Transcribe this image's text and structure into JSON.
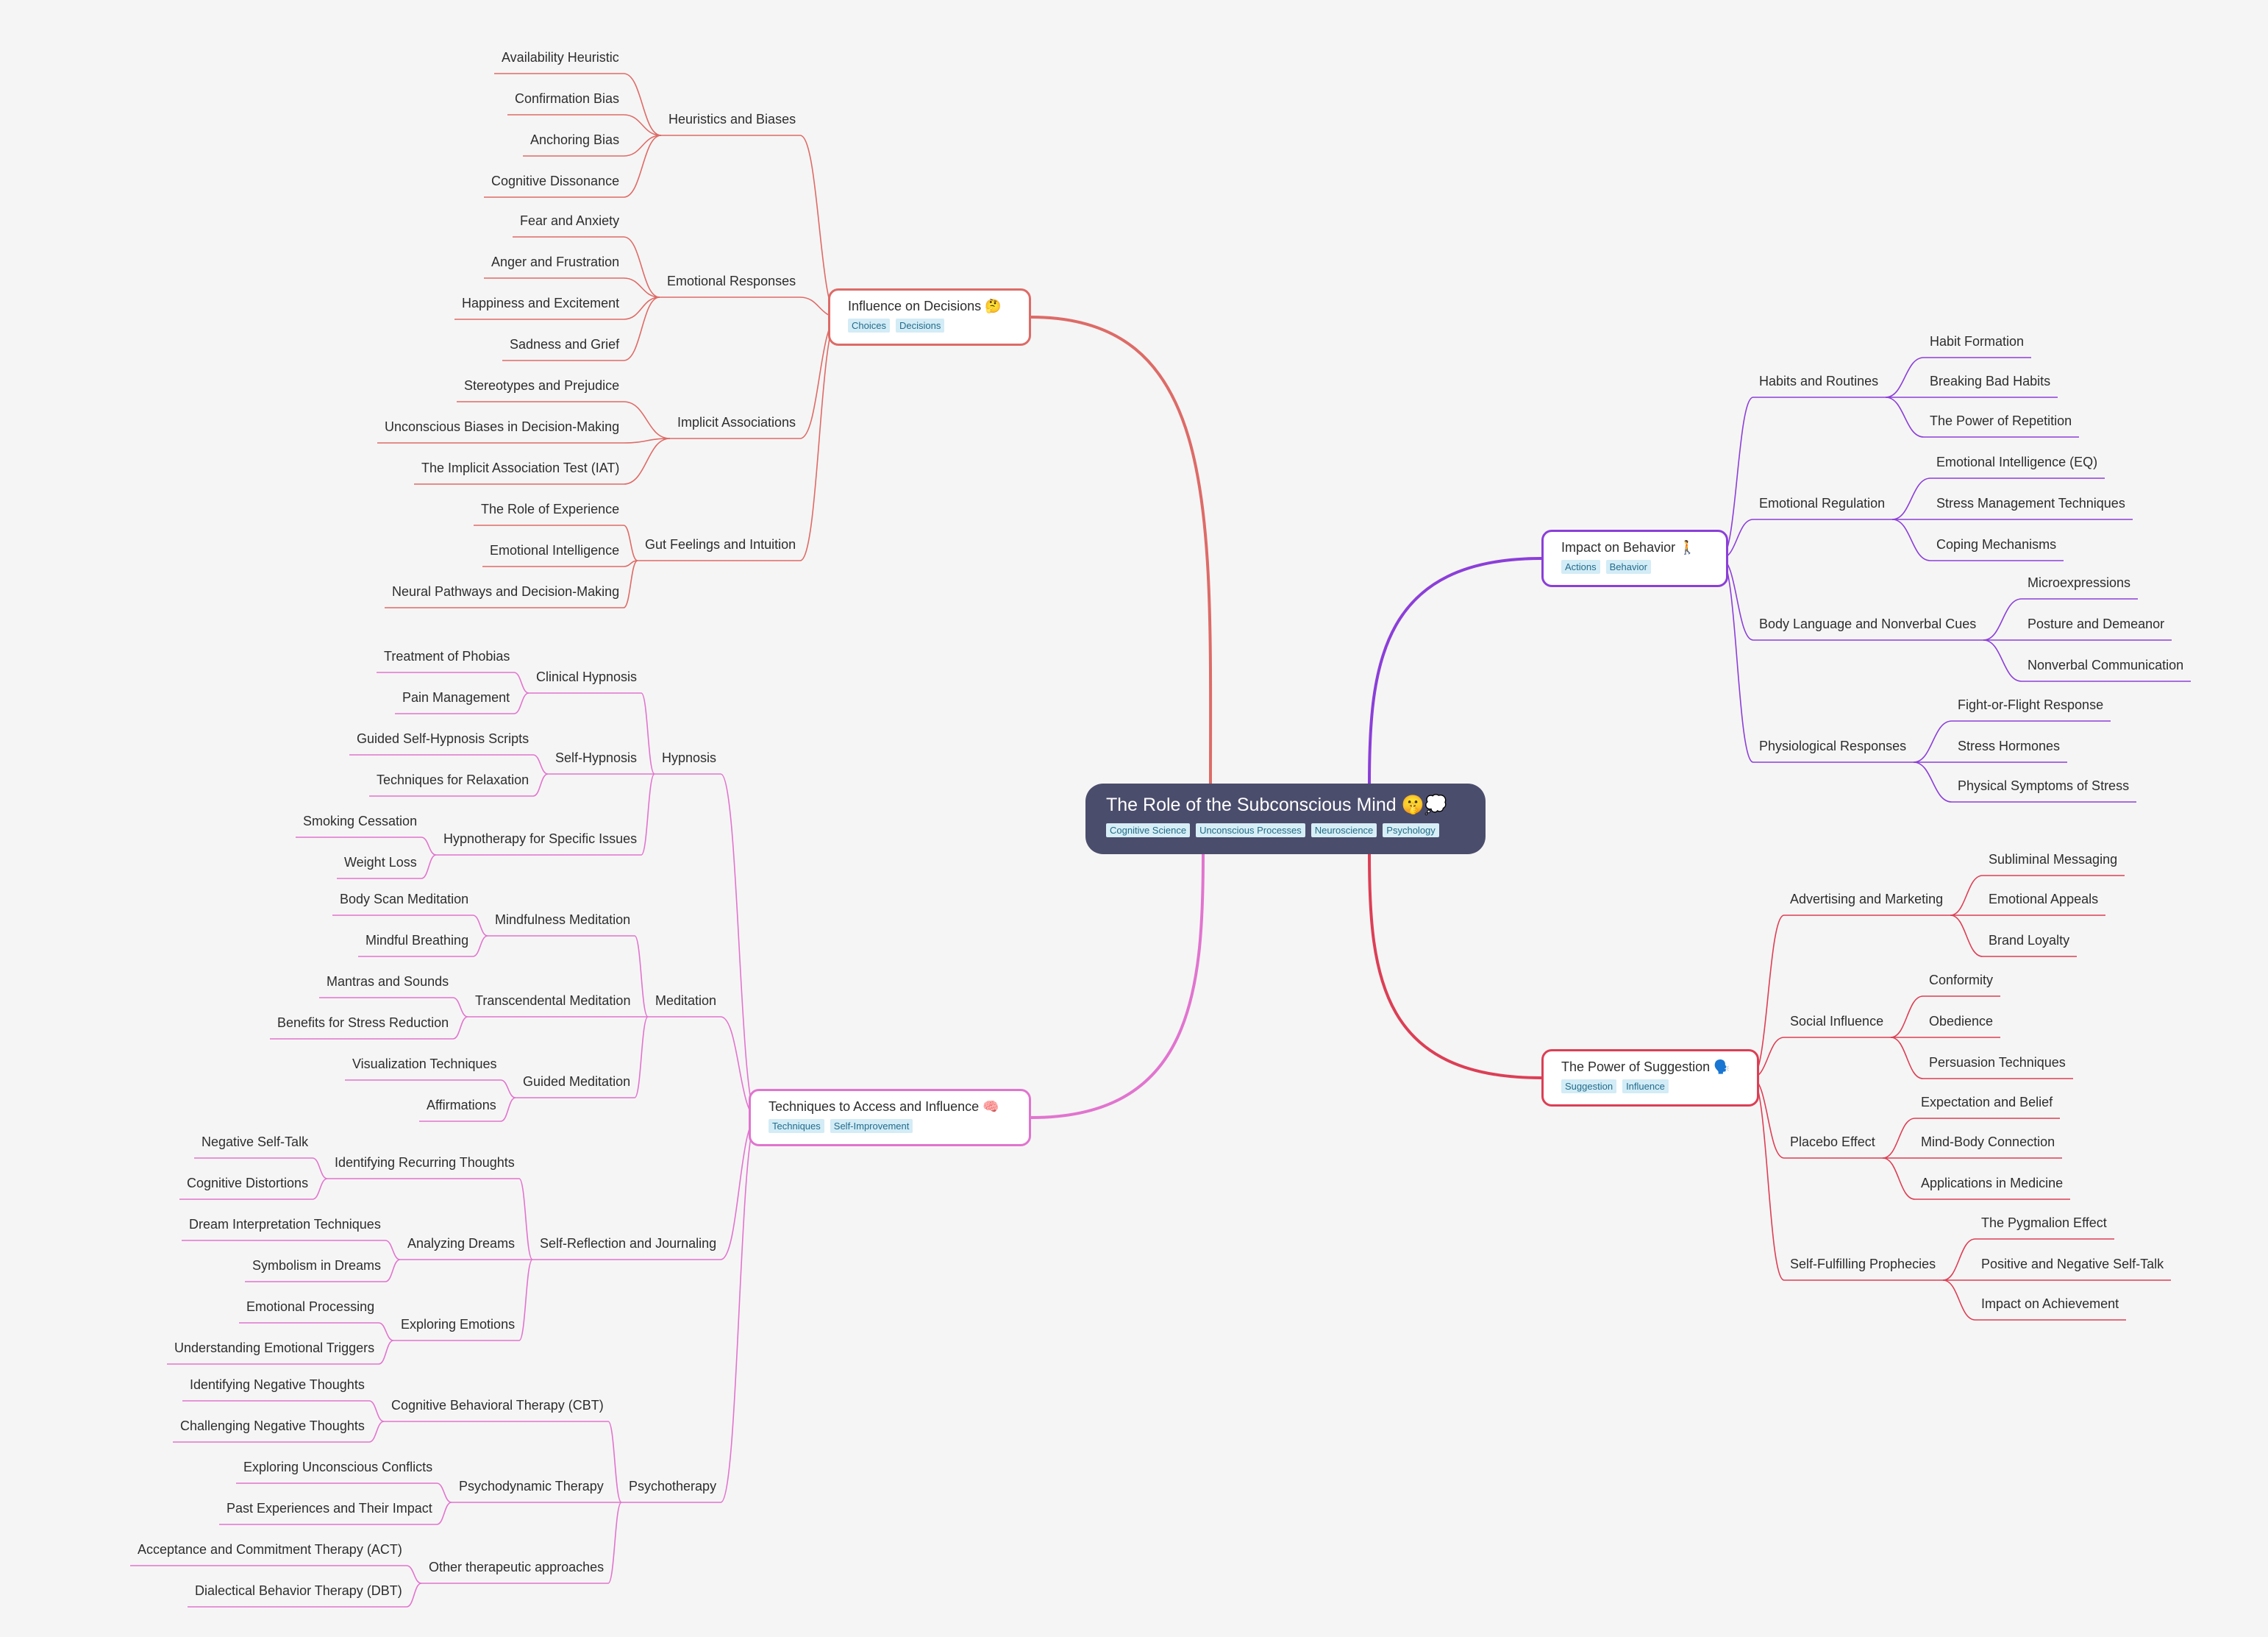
{
  "root": {
    "title": "The Role of the Subconscious Mind 🤫💭",
    "tags": [
      "Cognitive Science",
      "Unconscious Processes",
      "Neuroscience",
      "Psychology"
    ]
  },
  "branches": [
    {
      "title": "Influence on Decisions 🤔",
      "tags": [
        "Choices",
        "Decisions"
      ],
      "color": "#dd6b67",
      "children": [
        {
          "label": "Heuristics and Biases",
          "children": [
            "Availability Heuristic",
            "Confirmation Bias",
            "Anchoring Bias",
            "Cognitive Dissonance"
          ]
        },
        {
          "label": "Emotional Responses",
          "children": [
            "Fear and Anxiety",
            "Anger and Frustration",
            "Happiness and Excitement",
            "Sadness and Grief"
          ]
        },
        {
          "label": "Implicit Associations",
          "children": [
            "Stereotypes and Prejudice",
            "Unconscious Biases in Decision-Making",
            "The Implicit Association Test (IAT)"
          ]
        },
        {
          "label": "Gut Feelings and Intuition",
          "children": [
            "The Role of Experience",
            "Emotional Intelligence",
            "Neural Pathways and Decision-Making"
          ]
        }
      ]
    },
    {
      "title": "Techniques to Access and Influence 🧠",
      "tags": [
        "Techniques",
        "Self-Improvement"
      ],
      "color": "#e174cf",
      "children": [
        {
          "label": "Hypnosis",
          "children": [
            {
              "label": "Clinical Hypnosis",
              "children": [
                "Treatment of Phobias",
                "Pain Management"
              ]
            },
            {
              "label": "Self-Hypnosis",
              "children": [
                "Guided Self-Hypnosis Scripts",
                "Techniques for Relaxation"
              ]
            },
            {
              "label": "Hypnotherapy for Specific Issues",
              "children": [
                "Smoking Cessation",
                "Weight Loss"
              ]
            }
          ]
        },
        {
          "label": "Meditation",
          "children": [
            {
              "label": "Mindfulness Meditation",
              "children": [
                "Body Scan Meditation",
                "Mindful Breathing"
              ]
            },
            {
              "label": "Transcendental Meditation",
              "children": [
                "Mantras and Sounds",
                "Benefits for Stress Reduction"
              ]
            },
            {
              "label": "Guided Meditation",
              "children": [
                "Visualization Techniques",
                "Affirmations"
              ]
            }
          ]
        },
        {
          "label": "Self-Reflection and Journaling",
          "children": [
            {
              "label": "Identifying Recurring Thoughts",
              "children": [
                "Negative Self-Talk",
                "Cognitive Distortions"
              ]
            },
            {
              "label": "Analyzing Dreams",
              "children": [
                "Dream Interpretation Techniques",
                "Symbolism in Dreams"
              ]
            },
            {
              "label": "Exploring Emotions",
              "children": [
                "Emotional Processing",
                "Understanding Emotional Triggers"
              ]
            }
          ]
        },
        {
          "label": "Psychotherapy",
          "children": [
            {
              "label": "Cognitive Behavioral Therapy (CBT)",
              "children": [
                "Identifying Negative Thoughts",
                "Challenging Negative Thoughts"
              ]
            },
            {
              "label": "Psychodynamic Therapy",
              "children": [
                "Exploring Unconscious Conflicts",
                "Past Experiences and Their Impact"
              ]
            },
            {
              "label": "Other therapeutic approaches",
              "children": [
                "Acceptance and Commitment Therapy (ACT)",
                "Dialectical Behavior Therapy (DBT)"
              ]
            }
          ]
        }
      ]
    },
    {
      "title": "Impact on Behavior 🚶",
      "tags": [
        "Actions",
        "Behavior"
      ],
      "color": "#8b3fd9",
      "children": [
        {
          "label": "Habits and Routines",
          "children": [
            "Habit Formation",
            "Breaking Bad Habits",
            "The Power of Repetition"
          ]
        },
        {
          "label": "Emotional Regulation",
          "children": [
            "Emotional Intelligence (EQ)",
            "Stress Management Techniques",
            "Coping Mechanisms"
          ]
        },
        {
          "label": "Body Language and Nonverbal Cues",
          "children": [
            "Microexpressions",
            "Posture and Demeanor",
            "Nonverbal Communication"
          ]
        },
        {
          "label": "Physiological Responses",
          "children": [
            "Fight-or-Flight Response",
            "Stress Hormones",
            "Physical Symptoms of Stress"
          ]
        }
      ]
    },
    {
      "title": "The Power of Suggestion 🗣️",
      "tags": [
        "Suggestion",
        "Influence"
      ],
      "color": "#dc3f55",
      "children": [
        {
          "label": "Advertising and Marketing",
          "children": [
            "Subliminal Messaging",
            "Emotional Appeals",
            "Brand Loyalty"
          ]
        },
        {
          "label": "Social Influence",
          "children": [
            "Conformity",
            "Obedience",
            "Persuasion Techniques"
          ]
        },
        {
          "label": "Placebo Effect",
          "children": [
            "Expectation and Belief",
            "Mind-Body Connection",
            "Applications in Medicine"
          ]
        },
        {
          "label": "Self-Fulfilling Prophecies",
          "children": [
            "The Pygmalion Effect",
            "Positive and Negative Self-Talk",
            "Impact on Achievement"
          ]
        }
      ]
    }
  ]
}
